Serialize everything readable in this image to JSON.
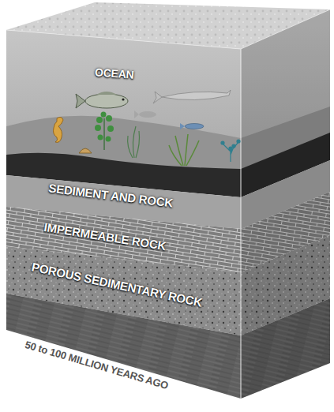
{
  "diagram": {
    "nodes": [
      {
        "text": [
          "OCEAN"
        ]
      },
      {
        "text": [
          "SEDIMENT AND ROCK"
        ]
      },
      {
        "text": [
          "IMPERMEABLE ROCK"
        ]
      },
      {
        "text": [
          "POROUS SEDIMENTARY ROCK"
        ]
      }
    ],
    "labels": [
      "50 to 100 MILLION YEARS AGO"
    ]
  }
}
